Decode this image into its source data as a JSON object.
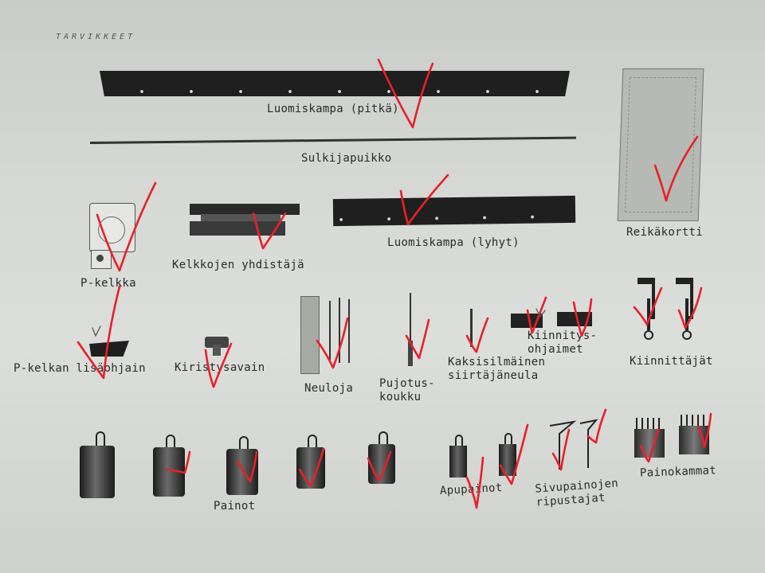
{
  "header": {
    "section": "TARVIKKEET"
  },
  "labels": {
    "luomiskampa_pitka": "Luomiskampa (pitkä)",
    "sulkijapuikko": "Sulkijapuikko",
    "reikakortti": "Reikäkortti",
    "p_kelkka": "P-kelkka",
    "kelkkojen_yhdistaja": "Kelkkojen yhdistäjä",
    "luomiskampa_lyhyt": "Luomiskampa (lyhyt)",
    "p_kelkan_lisaohjain": "P-kelkan lisäohjain",
    "kiristysavain": "Kiristysavain",
    "neuloja": "Neuloja",
    "pujotuskoukku": "Pujotus-\nkoukku",
    "kaksisilmainen": "Kaksisilmäinen\nsiirtäjäneula",
    "kiinnitysohjaimet": "Kiinnitys-\nohjaimet",
    "kiinnittajat": "Kiinnittäjät",
    "painot": "Painot",
    "apupainot": "Apupainot",
    "sivupainojen": "Sivupainojen\nripustajat",
    "painokammat": "Painokammat"
  },
  "colors": {
    "paper": "#d7d9d6",
    "ink": "#2a2a2a",
    "checkmark": "#e8202a"
  }
}
